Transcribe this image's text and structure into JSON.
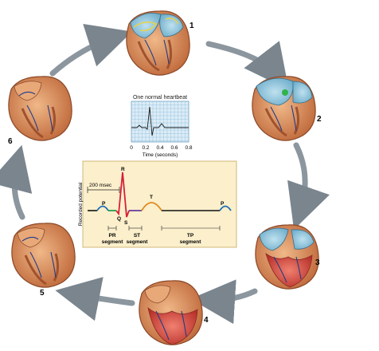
{
  "stage_labels": [
    "1",
    "2",
    "3",
    "4",
    "5",
    "6"
  ],
  "ecg_thumbnail": {
    "title": "One normal heartbeat",
    "x_ticks": [
      "0",
      "0.2",
      "0.4",
      "0.6",
      "0.8"
    ],
    "x_label": "Time (seconds)",
    "grid_color": "#7fb7d8",
    "panel_color": "#dcecf6"
  },
  "ecg_detail": {
    "y_label": "Recorded potential",
    "scale_label": "200 msec",
    "waves": {
      "P": "P",
      "Q": "Q",
      "R": "R",
      "S": "S",
      "T": "T",
      "P2": "P"
    },
    "segments": [
      {
        "name": "PR",
        "sub": "segment"
      },
      {
        "name": "ST",
        "sub": "segment"
      },
      {
        "name": "TP",
        "sub": "segment"
      }
    ],
    "panel_color": "#fbefcc",
    "colors": {
      "p_wave": "#1f6fb5",
      "pr": "#22a04a",
      "qrs": "#d61f3a",
      "st": "#6a3fa0",
      "t_wave": "#e08a1e"
    }
  },
  "colors": {
    "arrow": "#8c969e",
    "heart_wall": "#d98a5a",
    "atrium_blue": "#8fc3da",
    "ventricle_red": "#d85040"
  }
}
